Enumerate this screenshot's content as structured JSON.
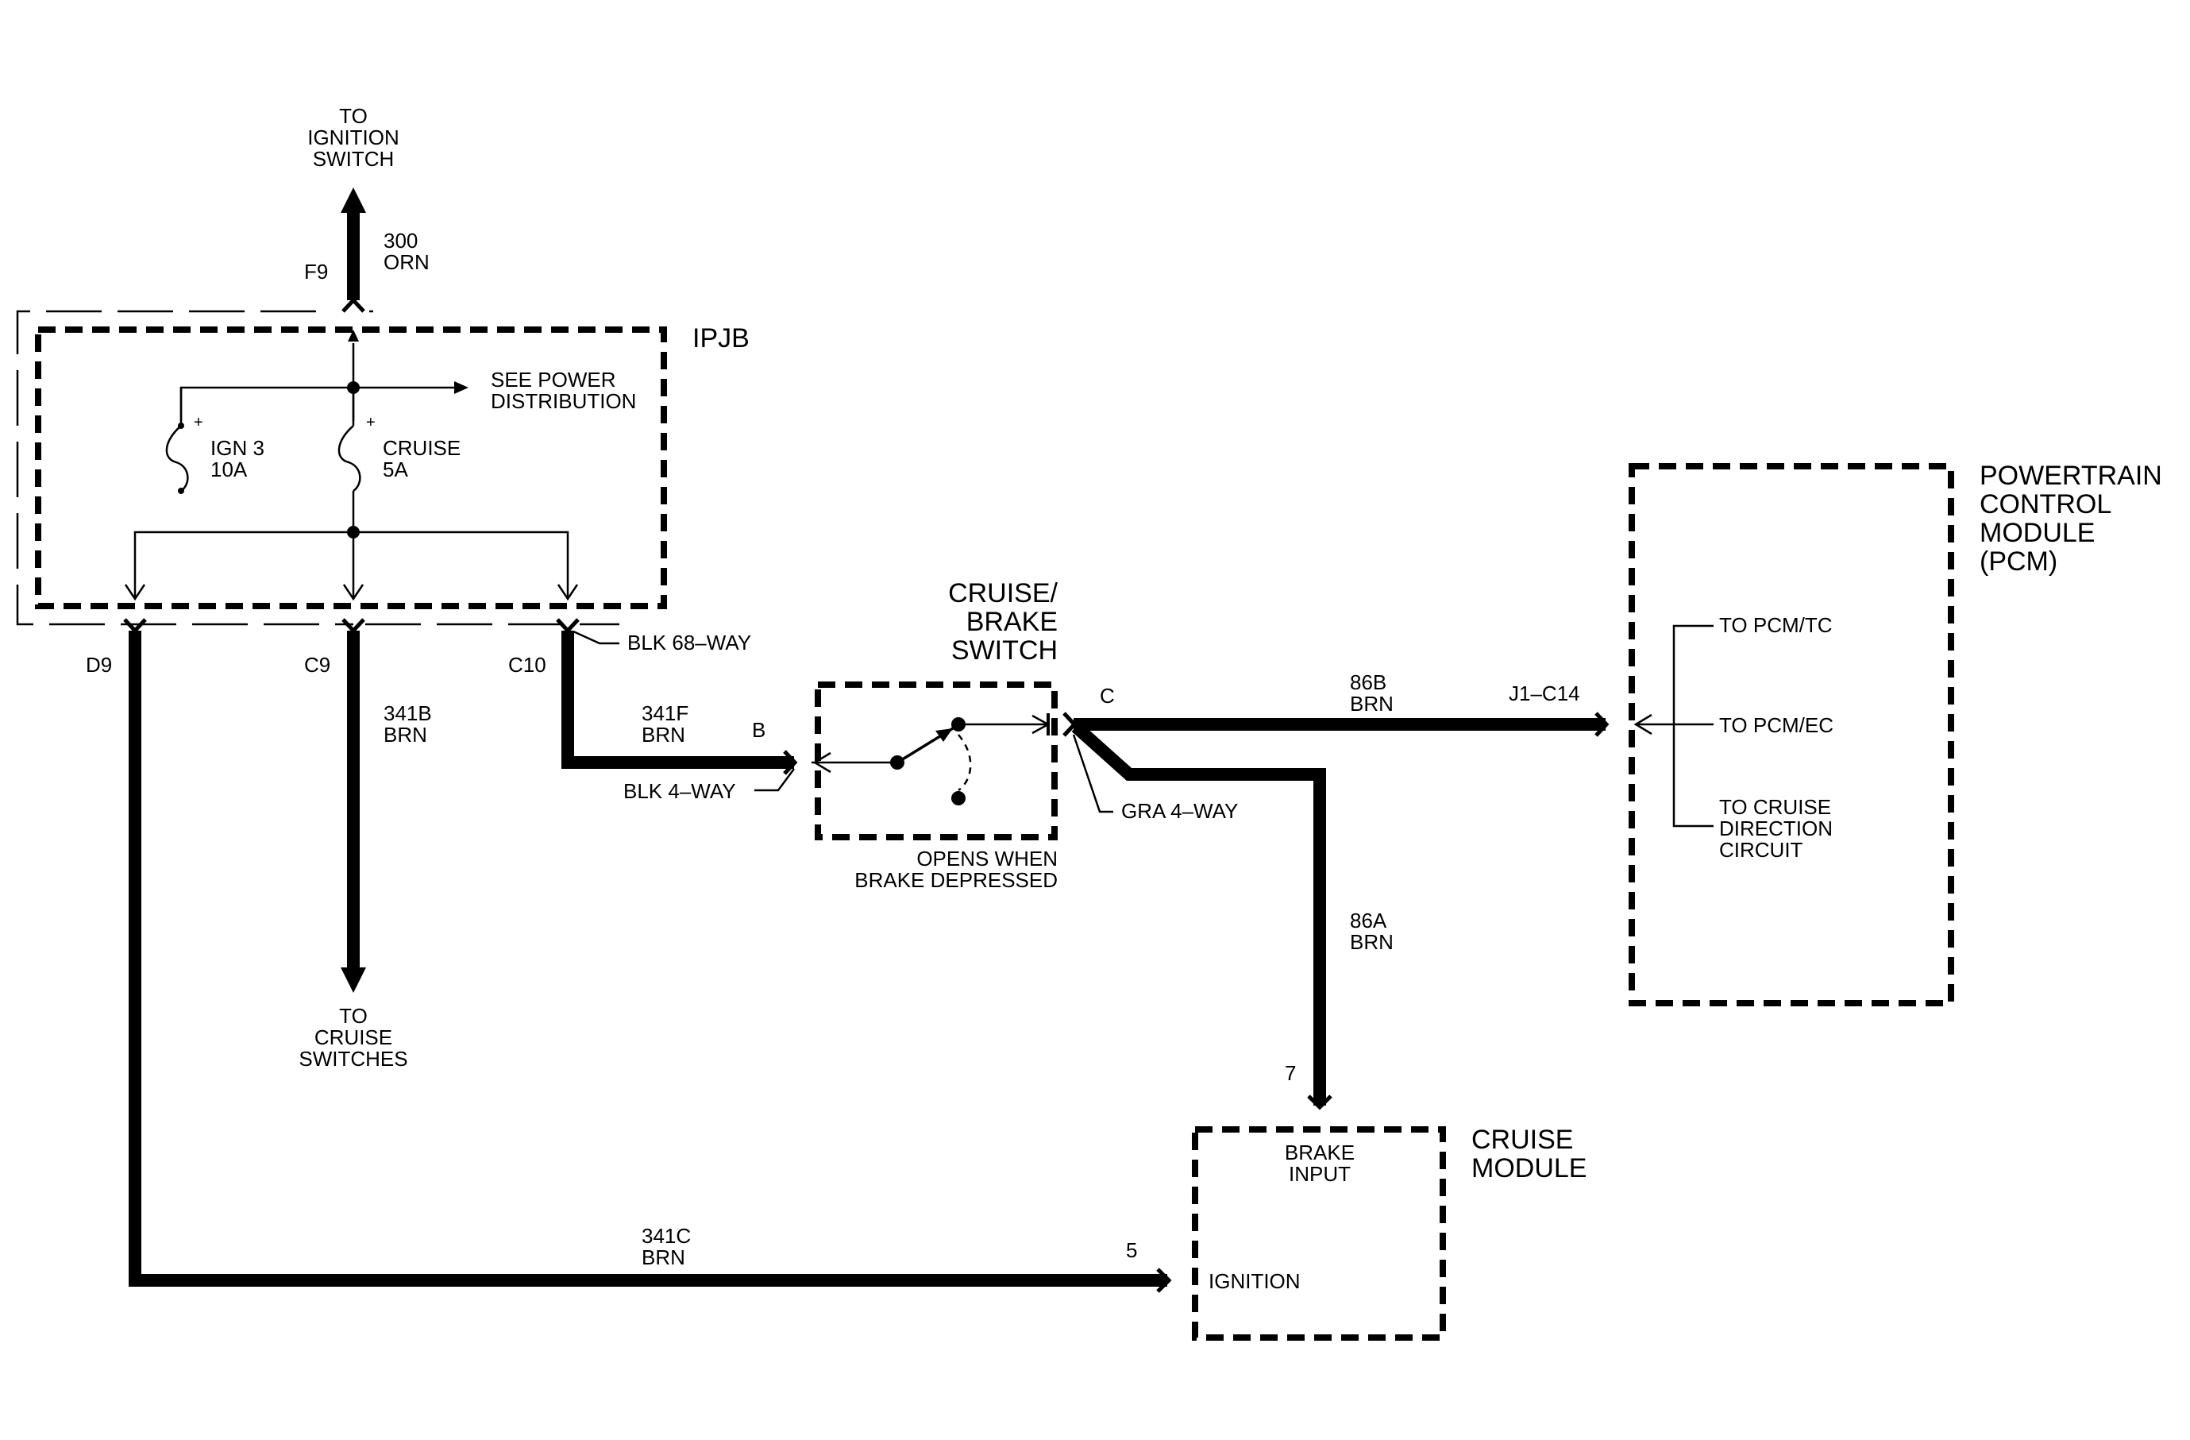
{
  "top_destination": [
    "TO",
    "IGNITION",
    "SWITCH"
  ],
  "circuit_300": {
    "id": "300",
    "color": "ORN",
    "pin": "F9"
  },
  "ipjb": {
    "name": "IPJB",
    "see_power": [
      "SEE POWER",
      "DISTRIBUTION"
    ],
    "fuse_ign3": {
      "name": "IGN 3",
      "rating": "10A"
    },
    "fuse_cruise": {
      "name": "CRUISE",
      "rating": "5A"
    },
    "connector": "BLK 68–WAY",
    "pins": {
      "d9": "D9",
      "c9": "C9",
      "c10": "C10"
    }
  },
  "circuit_341b": {
    "id": "341B",
    "color": "BRN"
  },
  "to_cruise_switches": [
    "TO",
    "CRUISE",
    "SWITCHES"
  ],
  "circuit_341f": {
    "id": "341F",
    "color": "BRN",
    "pin": "B",
    "connector": "BLK 4–WAY"
  },
  "brake_switch": {
    "title": [
      "CRUISE/",
      "BRAKE",
      "SWITCH"
    ],
    "pin_c": "C",
    "connector": "GRA 4–WAY",
    "note": [
      "OPENS WHEN",
      "BRAKE DEPRESSED"
    ]
  },
  "circuit_86b": {
    "id": "86B",
    "color": "BRN",
    "pin": "J1–C14"
  },
  "circuit_86a": {
    "id": "86A",
    "color": "BRN",
    "pin": "7"
  },
  "pcm": {
    "title": [
      "POWERTRAIN",
      "CONTROL",
      "MODULE",
      "(PCM)"
    ],
    "to_tc": "TO PCM/TC",
    "to_ec": "TO PCM/EC",
    "to_cruise_dir": [
      "TO CRUISE",
      "DIRECTION",
      "CIRCUIT"
    ]
  },
  "cruise_module": {
    "title": [
      "CRUISE",
      "MODULE"
    ],
    "brake_input": [
      "BRAKE",
      "INPUT"
    ],
    "ignition": "IGNITION"
  },
  "circuit_341c": {
    "id": "341C",
    "color": "BRN",
    "pin": "5"
  }
}
